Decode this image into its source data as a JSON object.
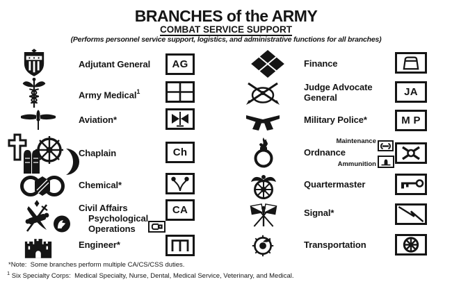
{
  "header": {
    "title": "BRANCHES of the ARMY",
    "subtitle": "COMBAT SERVICE SUPPORT",
    "tagline": "(Performs personnel service support, logistics, and administrative functions for all branches)"
  },
  "left_column": {
    "rows": [
      {
        "label": "Adjutant General",
        "code": "AG",
        "insignia_icon": "adjutant-general-shield-icon",
        "box_symbol": "letters-AG"
      },
      {
        "label": "Army Medical",
        "footnote_marker": "1",
        "insignia_icon": "medical-caduceus-icon",
        "box_symbol": "medical-cross"
      },
      {
        "label": "Aviation*",
        "insignia_icon": "aviation-winged-propeller-icon",
        "box_symbol": "propeller"
      },
      {
        "label": "Chaplain",
        "code": "Ch",
        "insignia_icon": "chaplain-faith-symbols-icon",
        "box_symbol": "letters-Ch"
      },
      {
        "label": "Chemical*",
        "insignia_icon": "chemical-retorts-icon",
        "box_symbol": "crossed-retorts"
      },
      {
        "label": "Civil Affairs",
        "code": "CA",
        "insignia_icon": "civil-affairs-icon",
        "box_symbol": "letters-CA"
      },
      {
        "label_line1": "Psychological",
        "label_line2": "Operations",
        "insignia_icon": "psyop-emblem-icon",
        "box_symbol": "loudspeaker"
      },
      {
        "label": "Engineer*",
        "insignia_icon": "engineer-castle-icon",
        "box_symbol": "castle-gate"
      }
    ]
  },
  "right_column": {
    "rows": [
      {
        "label": "Finance",
        "insignia_icon": "finance-diamond-icon",
        "box_symbol": "money-pouch"
      },
      {
        "label_line1": "Judge Advocate",
        "label_line2": "General",
        "code": "JA",
        "insignia_icon": "judge-advocate-crossed-pen-sword-icon",
        "box_symbol": "letters-JA"
      },
      {
        "label": "Military Police*",
        "code": "M P",
        "insignia_icon": "military-police-crossed-pistols-icon",
        "box_symbol": "letters-MP"
      },
      {
        "label": "Ordnance",
        "sublabel_maintenance": "Maintenance",
        "sublabel_ammunition": "Ammunition",
        "insignia_icon": "ordnance-flaming-bomb-icon",
        "box_symbol": "ordnance-cross-circle",
        "maintenance_symbol": "wrench",
        "ammunition_symbol": "bullet"
      },
      {
        "label": "Quartermaster",
        "insignia_icon": "quartermaster-eagle-wheel-icon",
        "box_symbol": "key"
      },
      {
        "label": "Signal*",
        "insignia_icon": "signal-crossed-flags-icon",
        "box_symbol": "lightning-bolt"
      },
      {
        "label": "Transportation",
        "insignia_icon": "transportation-ship-wheel-icon",
        "box_symbol": "spoked-wheel"
      }
    ]
  },
  "footnotes": {
    "note_asterisk": "*Note:  Some branches perform multiple CA/CS/CSS duties.",
    "note_one_marker": "1",
    "note_one": " Six Specialty Corps:  Medical Specialty, Nurse, Dental, Medical Service, Veterinary, and Medical."
  },
  "colors": {
    "ink": "#151515",
    "paper": "#ffffff"
  }
}
